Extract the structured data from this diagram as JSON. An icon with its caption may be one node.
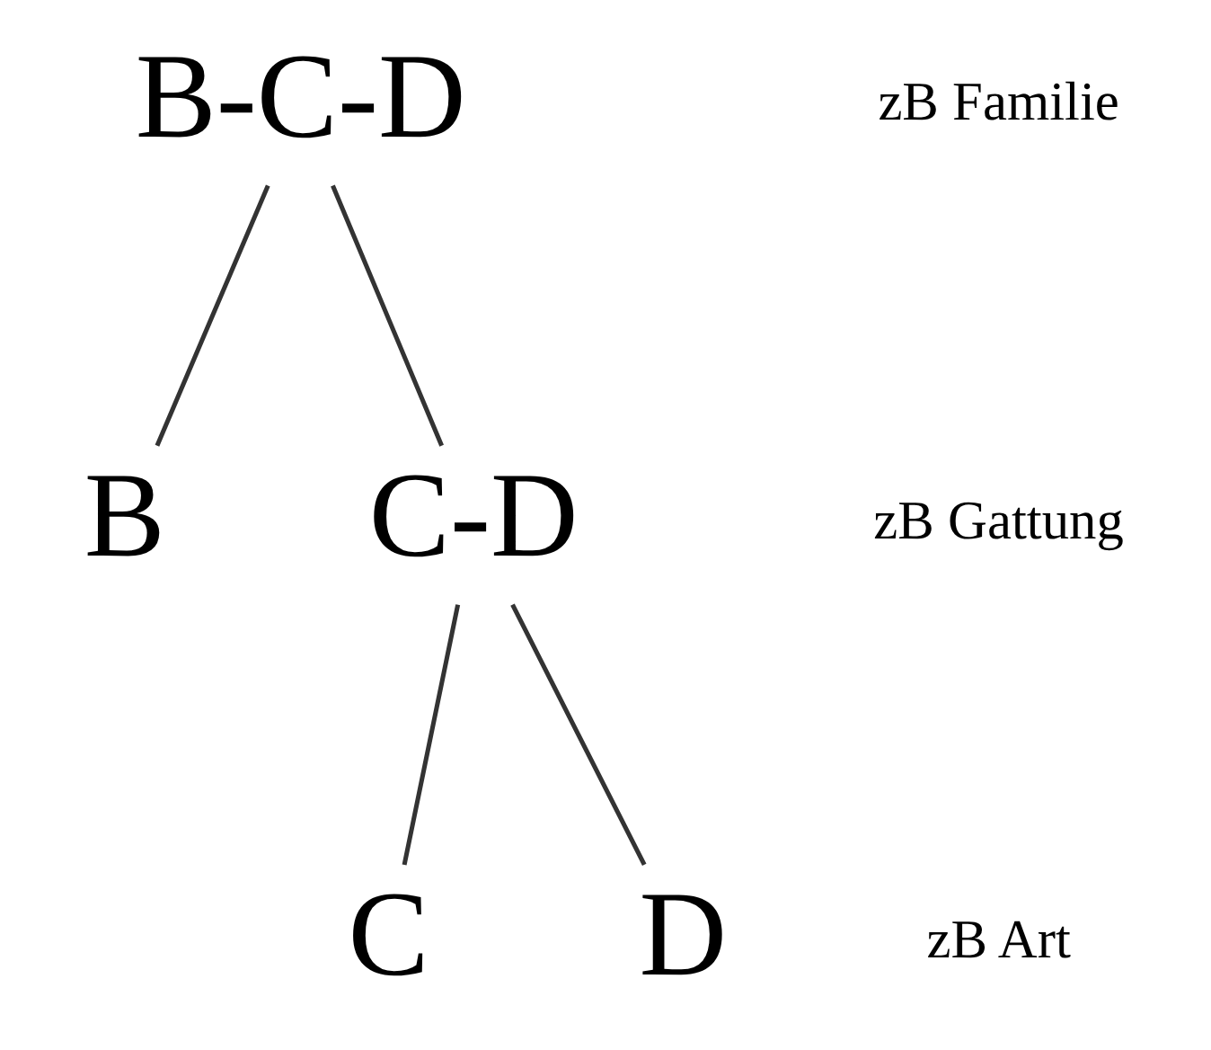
{
  "diagram": {
    "nodes": [
      {
        "text": [
          "B-C-D"
        ]
      },
      {
        "text": [
          "B"
        ]
      },
      {
        "text": [
          "C-D"
        ]
      },
      {
        "text": [
          "C"
        ]
      },
      {
        "text": [
          "D"
        ]
      }
    ],
    "edges": [
      {
        "from": 0,
        "to": 1,
        "arrow": "none"
      },
      {
        "from": 0,
        "to": 2,
        "arrow": "none"
      },
      {
        "from": 2,
        "to": 3,
        "arrow": "none"
      },
      {
        "from": 2,
        "to": 4,
        "arrow": "none"
      }
    ],
    "labels": [
      "zB Familie",
      "zB Gattung",
      "zB Art"
    ]
  }
}
